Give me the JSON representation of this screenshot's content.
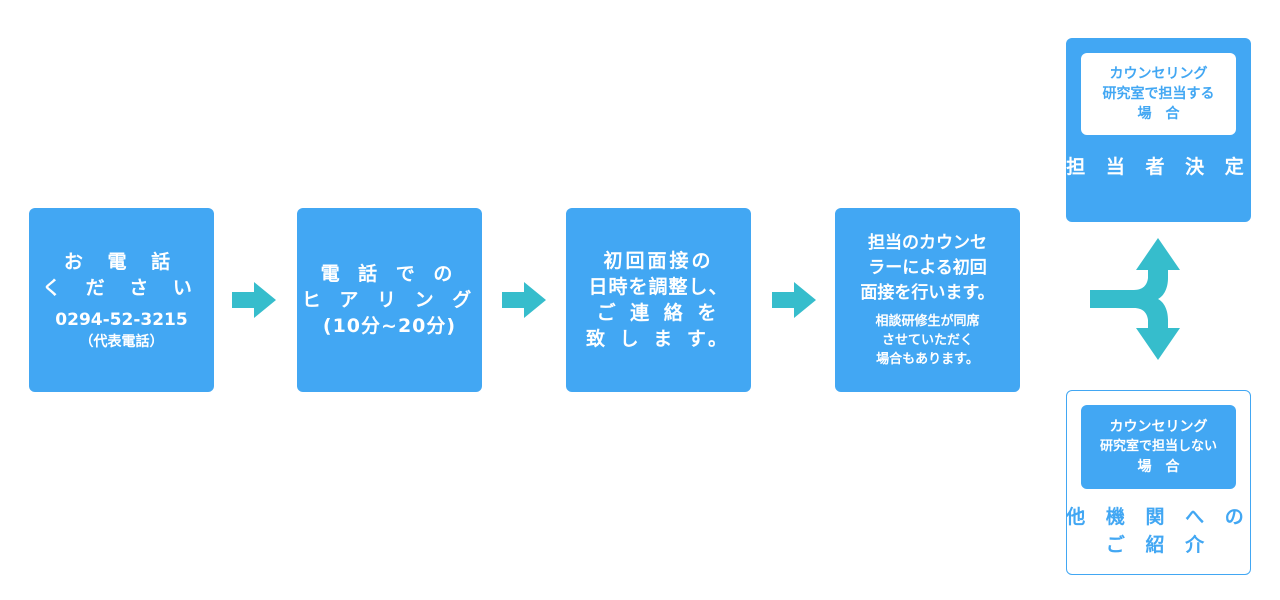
{
  "colors": {
    "box": "#42a7f3",
    "arrow": "#36bdcc",
    "text_on_box": "#ffffff"
  },
  "step1": {
    "line1": "お 電 話",
    "line2": "く だ さ い",
    "phone": "0294-52-3215",
    "note": "（代表電話）"
  },
  "step2": {
    "line1": "電 話 で の",
    "line2": "ヒ ア リ ン グ",
    "line3": "(10分~20分)"
  },
  "step3": {
    "line1": "初回面接の",
    "line2": "日時を調整し、",
    "line3": "ご 連 絡 を",
    "line4": "致 し ま す。"
  },
  "step4": {
    "line1": "担当のカウンセ",
    "line2": "ラーによる初回",
    "line3": "面接を行います。",
    "note1": "相談研修生が同席",
    "note2": "させていただく",
    "note3": "場合もあります。"
  },
  "case_yes": {
    "line1": "カウンセリング",
    "line2": "研究室で担当する",
    "line3": "場　合",
    "result": "担 当 者 決 定"
  },
  "case_no": {
    "line1": "カウンセリング",
    "line2": "研究室で担当しない",
    "line3": "場　合",
    "result1": "他 機 関 へ の",
    "result2": "ご 紹 介"
  }
}
